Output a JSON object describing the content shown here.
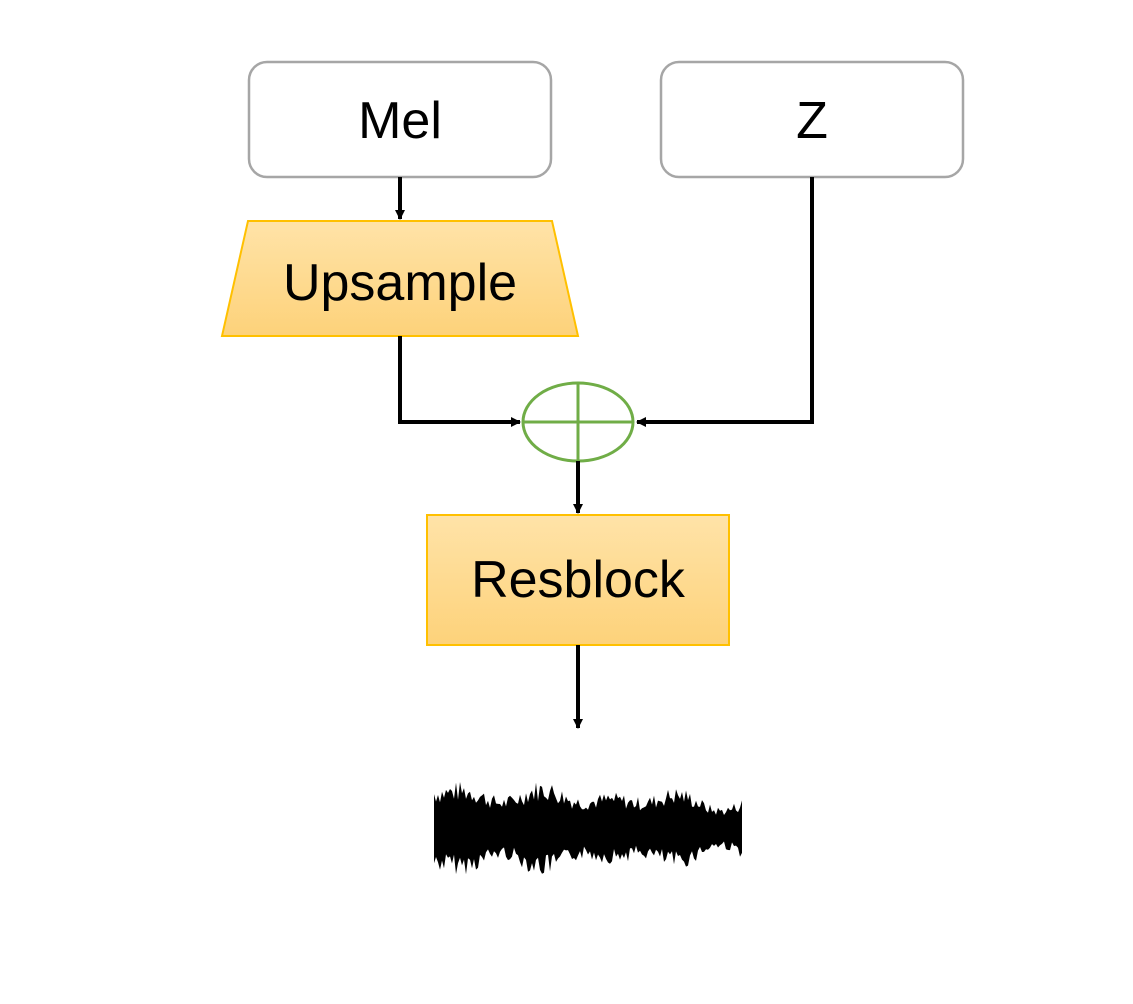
{
  "nodes": {
    "mel": {
      "label": "Mel"
    },
    "z": {
      "label": "Z"
    },
    "upsample": {
      "label": "Upsample"
    },
    "resblock": {
      "label": "Resblock"
    }
  },
  "colors": {
    "input_box_stroke": "#a6a6a6",
    "block_fill_top": "#ffe1a3",
    "block_fill_bottom": "#fdd37a",
    "block_stroke": "#ffc000",
    "sum_node_stroke": "#70ad47",
    "arrow": "#000000",
    "waveform": "#000000"
  },
  "icons": {
    "sum_node": "circled-plus-icon",
    "output": "waveform-icon"
  }
}
